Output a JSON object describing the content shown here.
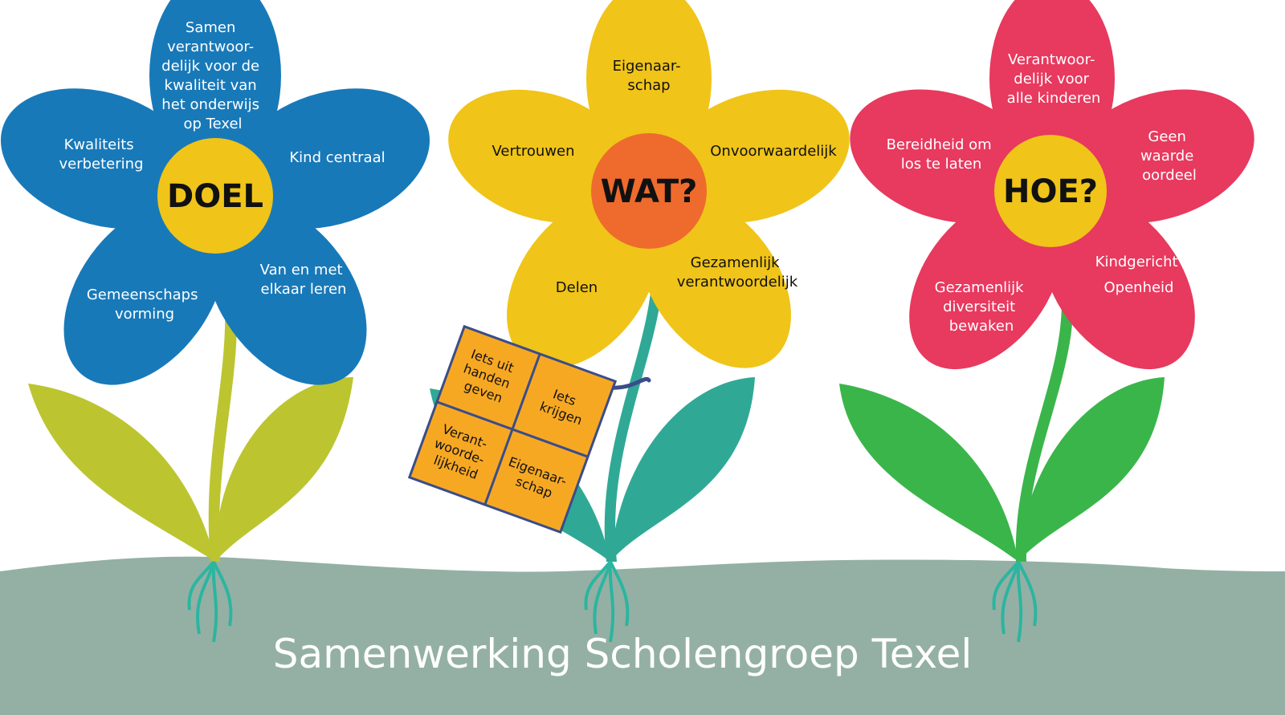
{
  "footer": {
    "title": "Samenwerking Scholengroep Texel"
  },
  "colors": {
    "ground": "#94b0a4",
    "root": "#2cb5a0",
    "blue_petal": "#1879b9",
    "yellow_petal": "#f0c419",
    "pink_petal": "#e8395e",
    "blue_stem": "#bcc530",
    "teal_stem": "#2fa995",
    "green_stem": "#3ab54a",
    "center_yellow": "#f0c419",
    "center_orange": "#ee6b2d",
    "sign_fill": "#f7a823",
    "sign_border": "#3a4d8a",
    "text_white": "#ffffff",
    "text_dark": "#111111"
  },
  "flowers": {
    "doel": {
      "center": "DOEL",
      "petals": {
        "top": [
          "Samen",
          "verantwoor-",
          "delijk voor de",
          "kwaliteit van",
          "het onderwijs",
          "op Texel"
        ],
        "left": [
          "Kwaliteits",
          "verbetering"
        ],
        "right": [
          "Kind centraal"
        ],
        "bottom_left": [
          "Gemeenschaps",
          "vorming"
        ],
        "bottom_right": [
          "Van en met",
          "elkaar leren"
        ]
      }
    },
    "wat": {
      "center": "WAT?",
      "petals": {
        "top": [
          "Eigenaar-",
          "schap"
        ],
        "left": [
          "Vertrouwen"
        ],
        "right": [
          "Onvoorwaardelijk"
        ],
        "bottom_left": [
          "Delen"
        ],
        "bottom_right": [
          "Gezamenlijk",
          "verantwoordelijk"
        ]
      },
      "sign": {
        "cells": [
          [
            "Iets uit",
            "handen",
            "geven"
          ],
          [
            "Iets",
            "krijgen"
          ],
          [
            "Verant-",
            "woorde-",
            "lijkheid"
          ],
          [
            "Eigenaar-",
            "schap"
          ]
        ]
      }
    },
    "hoe": {
      "center": "HOE?",
      "petals": {
        "top": [
          "Verantwoor-",
          "delijk voor",
          "alle kinderen"
        ],
        "left": [
          "Bereidheid om",
          "los te laten"
        ],
        "right": [
          "Geen",
          "waarde",
          "oordeel"
        ],
        "bottom_left": [
          "Gezamenlijk",
          "diversiteit",
          "bewaken"
        ],
        "bottom_right": [
          "Kindgericht",
          "Openheid"
        ]
      }
    }
  }
}
